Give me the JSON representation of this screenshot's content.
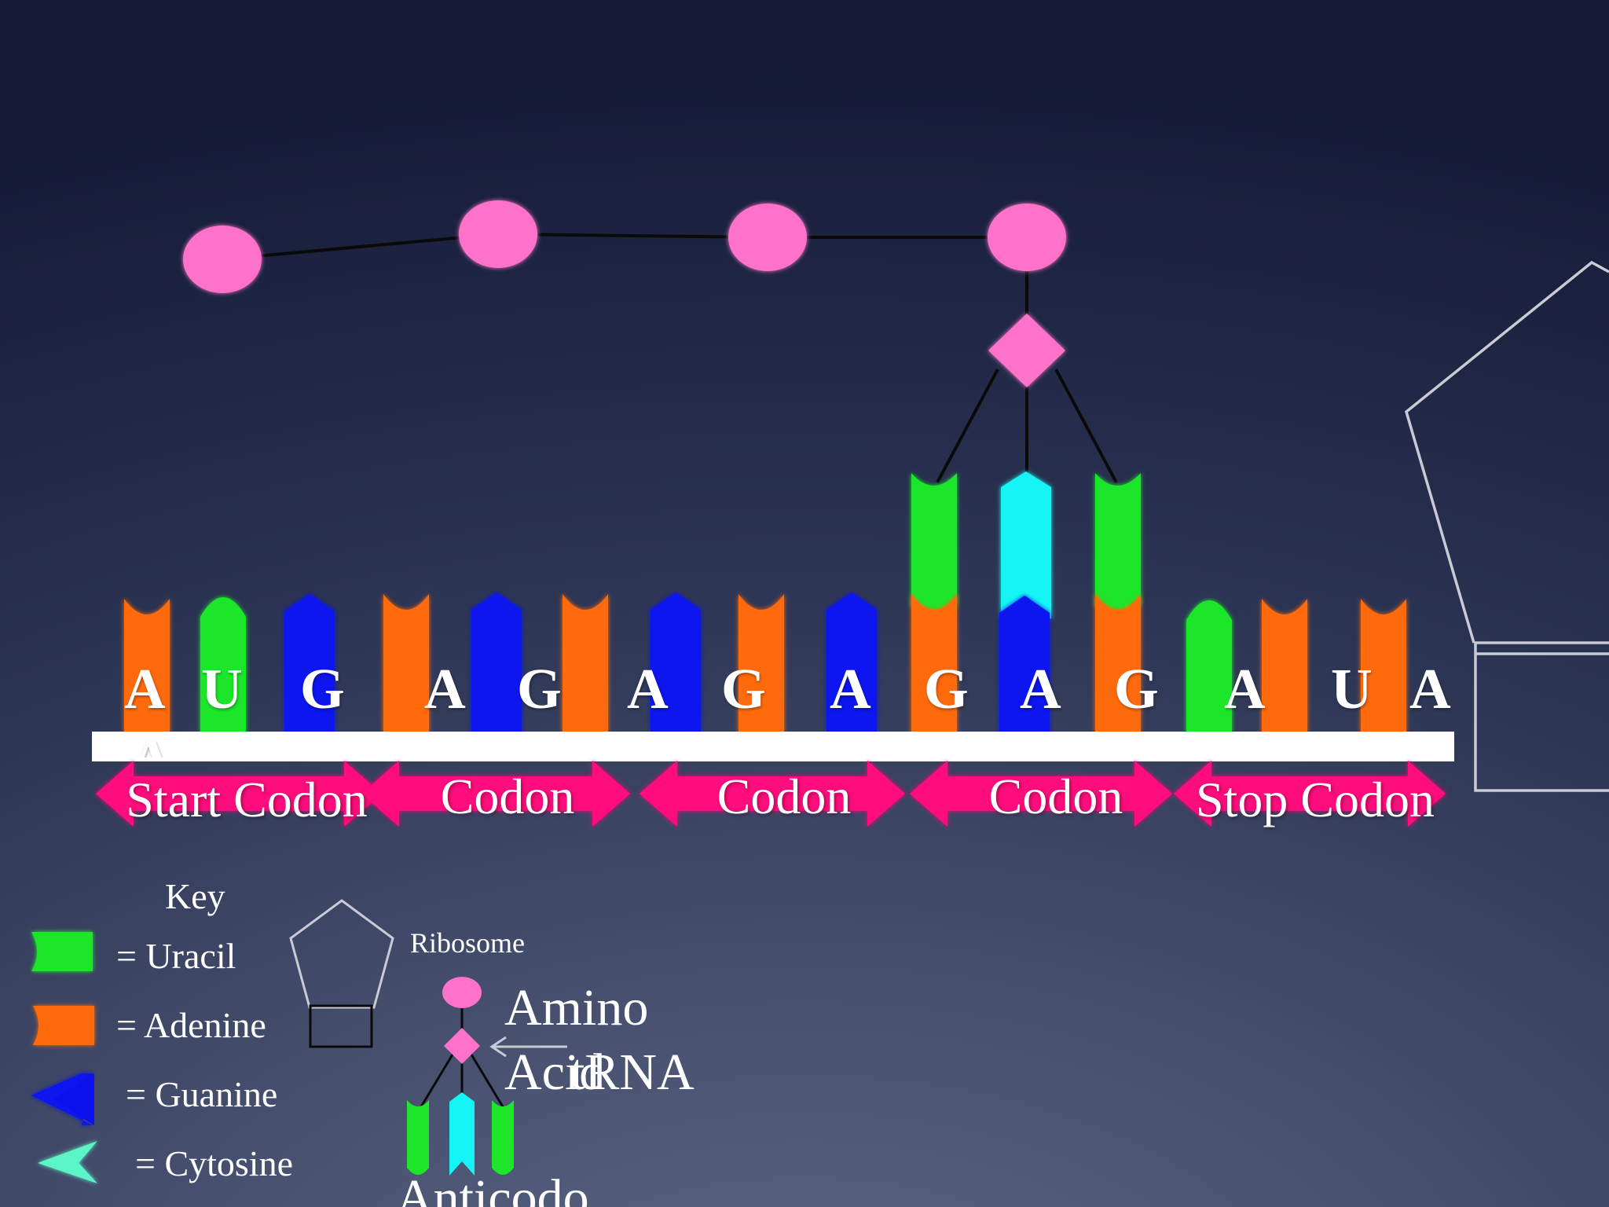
{
  "colors": {
    "uracil": "#1ee62a",
    "adenine": "#ff6a0d",
    "guanine": "#0b12ee",
    "cytosine": "#14f4f4",
    "cytosine_key": "#5cf5c8",
    "amino_acid": "#ff72cc",
    "codon_arrow": "#ff0a7c",
    "mrna_strand": "#ffffff"
  },
  "mrna": {
    "bases": [
      "A",
      "U",
      "G",
      "A",
      "G",
      "A",
      "G",
      "A",
      "G",
      "A",
      "G",
      "A",
      "U",
      "A"
    ],
    "stray_letter": "A"
  },
  "codons": [
    "Start Codon",
    "Codon",
    "Codon",
    "Codon",
    "Stop Codon"
  ],
  "trna_anticodon_shapes": [
    "uracil-shape",
    "cytosine-shape",
    "uracil-shape"
  ],
  "key": {
    "title": "Key",
    "items": [
      {
        "label": "= Uracil",
        "icon": "uracil-icon"
      },
      {
        "label": "= Adenine",
        "icon": "adenine-icon"
      },
      {
        "label": "= Guanine",
        "icon": "guanine-icon"
      },
      {
        "label": "= Cytosine",
        "icon": "cytosine-icon"
      }
    ],
    "ribosome_label": "Ribosome",
    "amino_label_line1": "Amino",
    "amino_label_line2": "Acid",
    "trna_label": "tRNA",
    "anticodon_label": "Anticodo"
  }
}
